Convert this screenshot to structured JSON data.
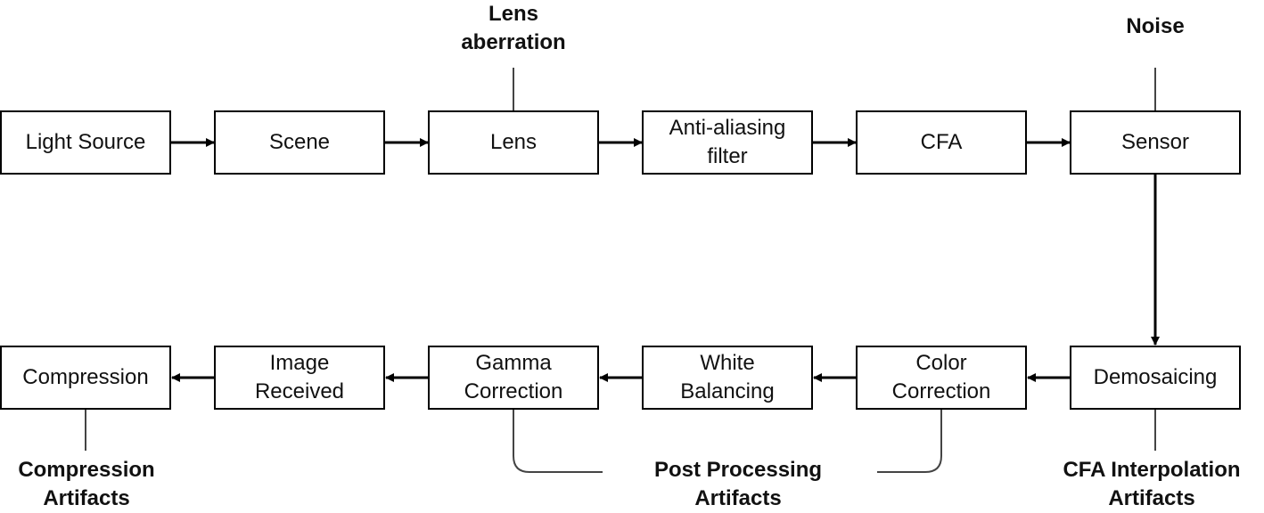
{
  "blocks": {
    "light_source": "Light Source",
    "scene": "Scene",
    "lens": "Lens",
    "anti_aliasing": "Anti-aliasing\nfilter",
    "cfa": "CFA",
    "sensor": "Sensor",
    "demosaicing": "Demosaicing",
    "color_correction": "Color\nCorrection",
    "white_balancing": "White\nBalancing",
    "gamma_correction": "Gamma\nCorrection",
    "image_received": "Image\nReceived",
    "compression": "Compression"
  },
  "annotations": {
    "lens_aberration": "Lens\naberration",
    "noise": "Noise",
    "cfa_interpolation": "CFA Interpolation\nArtifacts",
    "post_processing": "Post Processing\nArtifacts",
    "compression_artifacts": "Compression\nArtifacts"
  }
}
